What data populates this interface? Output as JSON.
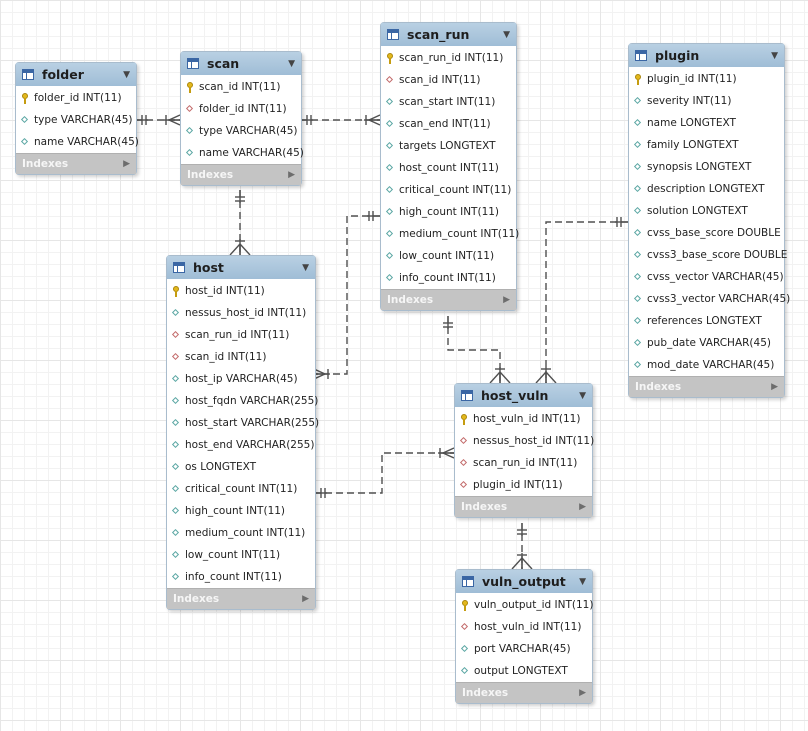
{
  "tables": [
    {
      "name": "folder",
      "indexes_label": "Indexes",
      "columns": [
        {
          "label": "folder_id INT(11)",
          "kind": "pk"
        },
        {
          "label": "type VARCHAR(45)",
          "kind": "col"
        },
        {
          "label": "name VARCHAR(45)",
          "kind": "col"
        }
      ]
    },
    {
      "name": "scan",
      "indexes_label": "Indexes",
      "columns": [
        {
          "label": "scan_id INT(11)",
          "kind": "pk"
        },
        {
          "label": "folder_id INT(11)",
          "kind": "fk"
        },
        {
          "label": "type VARCHAR(45)",
          "kind": "col"
        },
        {
          "label": "name VARCHAR(45)",
          "kind": "col"
        }
      ]
    },
    {
      "name": "scan_run",
      "indexes_label": "Indexes",
      "columns": [
        {
          "label": "scan_run_id INT(11)",
          "kind": "pk"
        },
        {
          "label": "scan_id INT(11)",
          "kind": "fk"
        },
        {
          "label": "scan_start INT(11)",
          "kind": "col"
        },
        {
          "label": "scan_end INT(11)",
          "kind": "col"
        },
        {
          "label": "targets LONGTEXT",
          "kind": "col"
        },
        {
          "label": "host_count INT(11)",
          "kind": "col"
        },
        {
          "label": "critical_count INT(11)",
          "kind": "col"
        },
        {
          "label": "high_count INT(11)",
          "kind": "col"
        },
        {
          "label": "medium_count INT(11)",
          "kind": "col"
        },
        {
          "label": "low_count INT(11)",
          "kind": "col"
        },
        {
          "label": "info_count INT(11)",
          "kind": "col"
        }
      ]
    },
    {
      "name": "plugin",
      "indexes_label": "Indexes",
      "columns": [
        {
          "label": "plugin_id INT(11)",
          "kind": "pk"
        },
        {
          "label": "severity INT(11)",
          "kind": "col"
        },
        {
          "label": "name LONGTEXT",
          "kind": "col"
        },
        {
          "label": "family LONGTEXT",
          "kind": "col"
        },
        {
          "label": "synopsis LONGTEXT",
          "kind": "col"
        },
        {
          "label": "description LONGTEXT",
          "kind": "col"
        },
        {
          "label": "solution LONGTEXT",
          "kind": "col"
        },
        {
          "label": "cvss_base_score DOUBLE",
          "kind": "col"
        },
        {
          "label": "cvss3_base_score DOUBLE",
          "kind": "col"
        },
        {
          "label": "cvss_vector VARCHAR(45)",
          "kind": "col"
        },
        {
          "label": "cvss3_vector VARCHAR(45)",
          "kind": "col"
        },
        {
          "label": "references LONGTEXT",
          "kind": "col"
        },
        {
          "label": "pub_date VARCHAR(45)",
          "kind": "col"
        },
        {
          "label": "mod_date VARCHAR(45)",
          "kind": "col"
        }
      ]
    },
    {
      "name": "host",
      "indexes_label": "Indexes",
      "columns": [
        {
          "label": "host_id INT(11)",
          "kind": "pk"
        },
        {
          "label": "nessus_host_id INT(11)",
          "kind": "col"
        },
        {
          "label": "scan_run_id INT(11)",
          "kind": "fk"
        },
        {
          "label": "scan_id INT(11)",
          "kind": "fk"
        },
        {
          "label": "host_ip VARCHAR(45)",
          "kind": "col"
        },
        {
          "label": "host_fqdn VARCHAR(255)",
          "kind": "col"
        },
        {
          "label": "host_start VARCHAR(255)",
          "kind": "col"
        },
        {
          "label": "host_end VARCHAR(255)",
          "kind": "col"
        },
        {
          "label": "os LONGTEXT",
          "kind": "col"
        },
        {
          "label": "critical_count INT(11)",
          "kind": "col"
        },
        {
          "label": "high_count INT(11)",
          "kind": "col"
        },
        {
          "label": "medium_count INT(11)",
          "kind": "col"
        },
        {
          "label": "low_count INT(11)",
          "kind": "col"
        },
        {
          "label": "info_count INT(11)",
          "kind": "col"
        }
      ]
    },
    {
      "name": "host_vuln",
      "indexes_label": "Indexes",
      "columns": [
        {
          "label": "host_vuln_id INT(11)",
          "kind": "pk"
        },
        {
          "label": "nessus_host_id INT(11)",
          "kind": "fk"
        },
        {
          "label": "scan_run_id INT(11)",
          "kind": "fk"
        },
        {
          "label": "plugin_id INT(11)",
          "kind": "fk"
        }
      ]
    },
    {
      "name": "vuln_output",
      "indexes_label": "Indexes",
      "columns": [
        {
          "label": "vuln_output_id INT(11)",
          "kind": "pk"
        },
        {
          "label": "host_vuln_id INT(11)",
          "kind": "fk"
        },
        {
          "label": "port VARCHAR(45)",
          "kind": "col"
        },
        {
          "label": "output LONGTEXT",
          "kind": "col"
        }
      ]
    }
  ],
  "relationships": [
    {
      "one": "folder",
      "many": "scan"
    },
    {
      "one": "scan",
      "many": "scan_run"
    },
    {
      "one": "scan",
      "many": "host"
    },
    {
      "one": "scan_run",
      "many": "host"
    },
    {
      "one": "scan_run",
      "many": "host_vuln"
    },
    {
      "one": "plugin",
      "many": "host_vuln"
    },
    {
      "one": "host",
      "many": "host_vuln"
    },
    {
      "one": "host_vuln",
      "many": "vuln_output"
    }
  ],
  "colors": {
    "header": "#a8c4da",
    "footer": "#c4c4c4",
    "pk_icon": "#e3b81d",
    "fk_icon": "#c26a6a",
    "column_icon": "#5aa6a3",
    "line": "#505050"
  }
}
